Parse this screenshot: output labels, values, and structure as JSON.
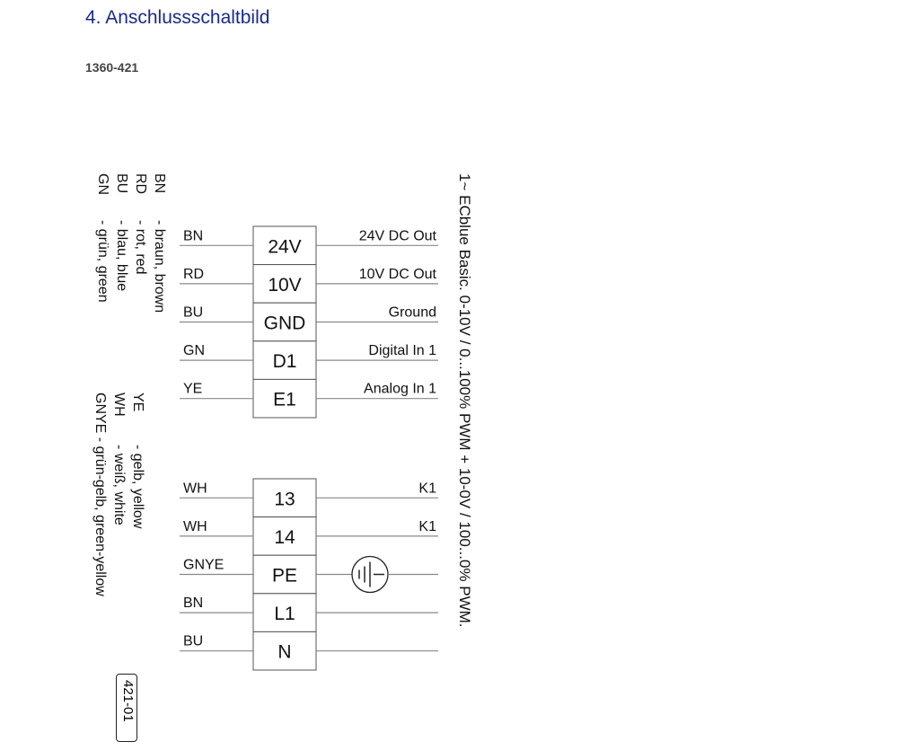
{
  "title": "4.  Anschlussschaltbild",
  "code": "1360-421",
  "heading": "1~ ECblue Basic.  0-10V / 0...100% PWM + 10-0V / 100...0% PWM.",
  "legend1": [
    {
      "code": "BN",
      "text": "- braun, brown"
    },
    {
      "code": "RD",
      "text": "- rot, red"
    },
    {
      "code": "BU",
      "text": "- blau, blue"
    },
    {
      "code": "GN",
      "text": "- grün, green"
    }
  ],
  "legend2": [
    {
      "code": "YE",
      "text": "- gelb, yellow"
    },
    {
      "code": "WH",
      "text": "- weiß, white"
    },
    {
      "code": "GNYE",
      "text": "- grün-gelb, green-yellow"
    }
  ],
  "badge": "421-01",
  "group1": [
    {
      "wire": "BN",
      "terminal": "24V",
      "function": "24V  DC Out"
    },
    {
      "wire": "RD",
      "terminal": "10V",
      "function": "10V  DC Out"
    },
    {
      "wire": "BU",
      "terminal": "GND",
      "function": "Ground"
    },
    {
      "wire": "GN",
      "terminal": "D1",
      "function": "Digital In 1"
    },
    {
      "wire": "YE",
      "terminal": "E1",
      "function": "Analog In 1"
    }
  ],
  "group2": [
    {
      "wire": "WH",
      "terminal": "13",
      "function": "K1"
    },
    {
      "wire": "WH",
      "terminal": "14",
      "function": "K1"
    },
    {
      "wire": "GNYE",
      "terminal": "PE",
      "function": ""
    },
    {
      "wire": "BN",
      "terminal": "L1",
      "function": ""
    },
    {
      "wire": "BU",
      "terminal": "N",
      "function": ""
    }
  ]
}
